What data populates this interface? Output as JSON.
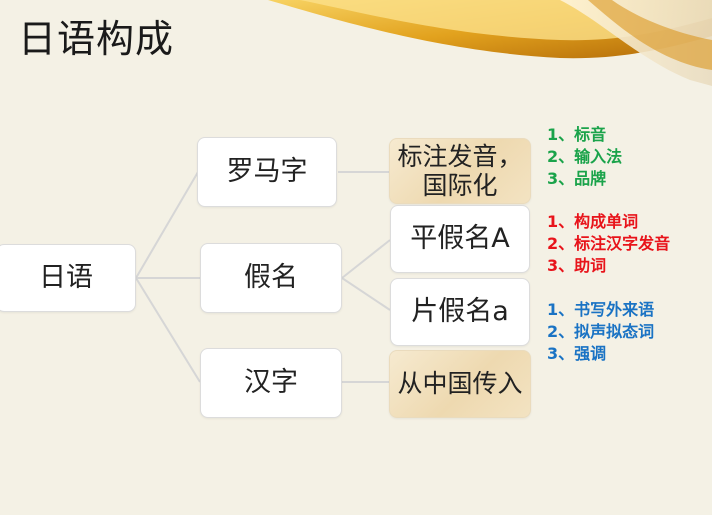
{
  "title": "日语构成",
  "root": {
    "label": "日语"
  },
  "branches": [
    {
      "label": "罗马字",
      "detail": "标注发音，国际化",
      "notes": [
        "1、标音",
        "2、输入法",
        "3、品牌"
      ]
    },
    {
      "label": "假名"
    },
    {
      "label": "汉字",
      "detail": "从中国传入"
    }
  ],
  "kana": [
    {
      "label": "平假名A",
      "notes": [
        "1、构成单词",
        "2、标注汉字发音",
        "3、助词"
      ]
    },
    {
      "label": "片假名a",
      "notes": [
        "1、书写外来语",
        "2、拟声拟态词",
        "3、强调"
      ]
    }
  ],
  "colors": {
    "green": "#1aa34a",
    "red": "#e8141b",
    "blue": "#1a73c4",
    "background": "#f4f1e5"
  }
}
